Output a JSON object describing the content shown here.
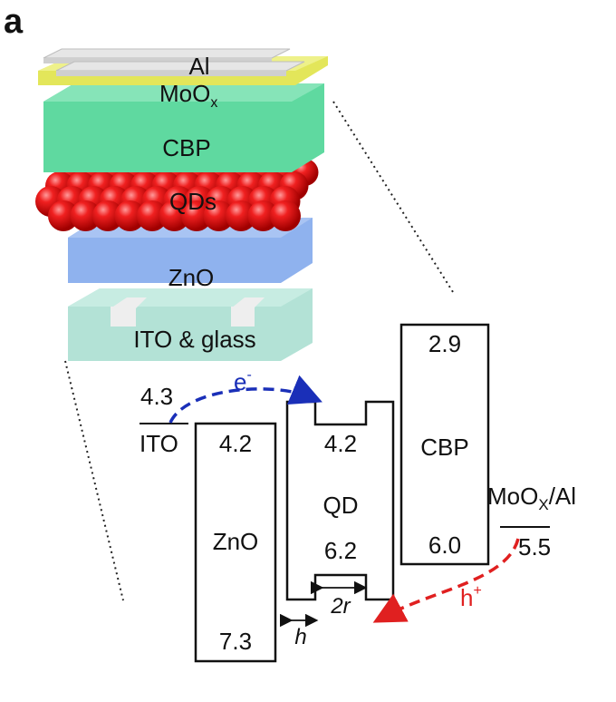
{
  "panel_label": "a",
  "device_stack": {
    "layers": [
      {
        "name": "Al",
        "color": "#d9d9d9"
      },
      {
        "name": "MoO",
        "sub": "x",
        "color": "#e3e65a"
      },
      {
        "name": "CBP",
        "color": "#5fd9a0"
      },
      {
        "name": "QDs",
        "color": "#e01010"
      },
      {
        "name": "ZnO",
        "color": "#8fb2ee"
      },
      {
        "name": "ITO & glass",
        "color": "#b3e2d6"
      }
    ]
  },
  "band_diagram": {
    "ito": {
      "label": "ITO",
      "level": "4.3"
    },
    "zno": {
      "label": "ZnO",
      "top": "4.2",
      "bottom": "7.3"
    },
    "qd": {
      "label": "QD",
      "top": "4.2",
      "bottom": "6.2",
      "well_width": "2r",
      "barrier_width": "h"
    },
    "cbp": {
      "label": "CBP",
      "top": "2.9",
      "bottom": "6.0"
    },
    "anode": {
      "label_main": "MoO",
      "label_sub": "X",
      "label_tail": "/Al",
      "level": "5.5"
    },
    "electron": {
      "label": "e",
      "sup": "-",
      "color": "#1a2fb8"
    },
    "hole": {
      "label": "h",
      "sup": "+",
      "color": "#e02020"
    }
  }
}
